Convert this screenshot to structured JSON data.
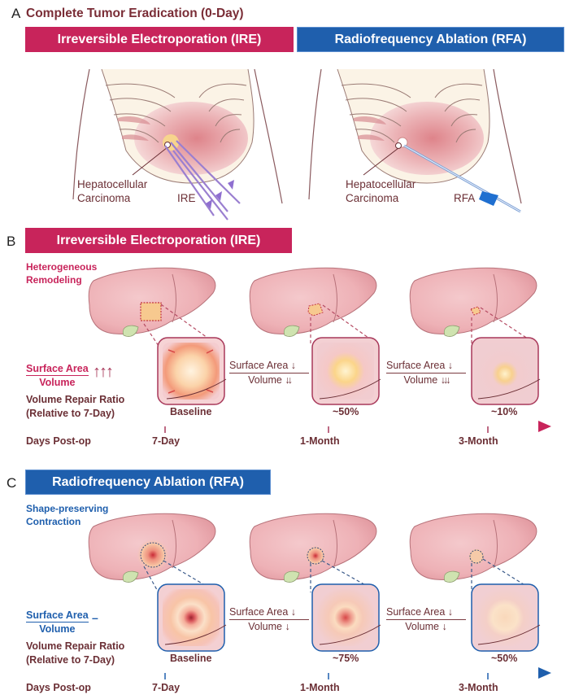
{
  "panel_a": {
    "letter": "A",
    "title": "Complete Tumor Eradication (0-Day)",
    "banners": [
      {
        "label": "Irreversible Electroporation (IRE)",
        "color": "#c8245b"
      },
      {
        "label": "Radiofrequency Ablation (RFA)",
        "color": "#1f5fad"
      }
    ],
    "illustrations": [
      {
        "organ_label_line1": "Hepatocellular",
        "organ_label_line2": "Carcinoma",
        "device_label": "IRE"
      },
      {
        "organ_label_line1": "Hepatocellular",
        "organ_label_line2": "Carcinoma",
        "device_label": "RFA"
      }
    ]
  },
  "panel_b": {
    "letter": "B",
    "banner": "Irreversible Electroporation (IRE)",
    "subtitle_line1": "Heterogeneous",
    "subtitle_line2": "Remodeling",
    "ratio_numerator": "Surface Area",
    "ratio_denominator": "Volume",
    "ratio_trend": "↑↑↑",
    "repair_label_line1": "Volume Repair Ratio",
    "repair_label_line2": "(Relative to 7-Day)",
    "timeline_label": "Days Post-op",
    "accent": "#c8245b",
    "stages": [
      {
        "tick": "7-Day",
        "repair": "Baseline"
      },
      {
        "tick": "1-Month",
        "repair": "~50%"
      },
      {
        "tick": "3-Month",
        "repair": "~10%"
      }
    ],
    "transitions": [
      {
        "numerator": "Surface Area",
        "num_arrow": "↓",
        "denominator": "Volume",
        "den_arrow": "↓↓"
      },
      {
        "numerator": "Surface Area",
        "num_arrow": "↓",
        "denominator": "Volume",
        "den_arrow": "↓↓↓"
      }
    ]
  },
  "panel_c": {
    "letter": "C",
    "banner": "Radiofrequency Ablation (RFA)",
    "subtitle_line1": "Shape-preserving",
    "subtitle_line2": "Contraction",
    "ratio_numerator": "Surface Area",
    "ratio_denominator": "Volume",
    "ratio_trend": "–",
    "repair_label_line1": "Volume Repair Ratio",
    "repair_label_line2": "(Relative to 7-Day)",
    "timeline_label": "Days Post-op",
    "accent": "#1f5fad",
    "stages": [
      {
        "tick": "7-Day",
        "repair": "Baseline"
      },
      {
        "tick": "1-Month",
        "repair": "~75%"
      },
      {
        "tick": "3-Month",
        "repair": "~50%"
      }
    ],
    "transitions": [
      {
        "numerator": "Surface Area",
        "num_arrow": "↓",
        "denominator": "Volume",
        "den_arrow": "↓"
      },
      {
        "numerator": "Surface Area",
        "num_arrow": "↓",
        "denominator": "Volume",
        "den_arrow": "↓"
      }
    ]
  }
}
